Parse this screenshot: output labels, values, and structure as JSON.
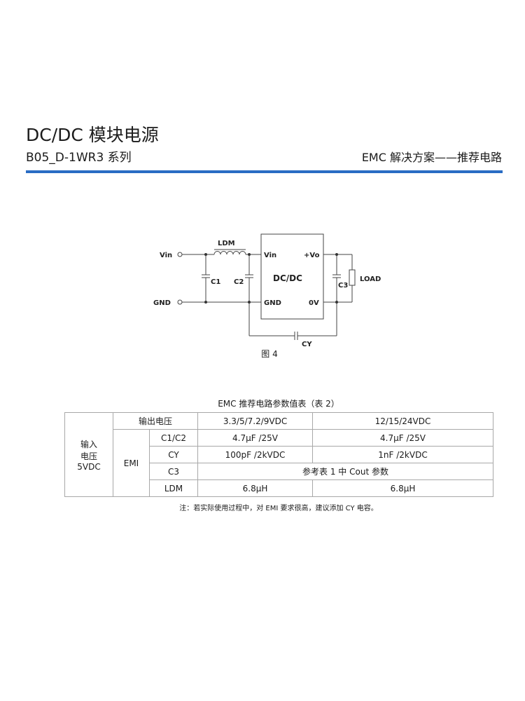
{
  "header": {
    "title": "DC/DC 模块电源",
    "series": "B05_D-1WR3 系列",
    "section": "EMC 解决方案——推荐电路",
    "rule_color": "#2a6cc4"
  },
  "circuit": {
    "labels": {
      "vin": "Vin",
      "gnd": "GND",
      "ldm": "LDM",
      "c1": "C1",
      "c2": "C2",
      "module": "DC/DC",
      "pin_vin": "Vin",
      "pin_gnd": "GND",
      "pin_vo": "+Vo",
      "pin_0v": "0V",
      "c3": "C3",
      "load": "LOAD",
      "cy": "CY"
    },
    "caption": "图 4"
  },
  "table": {
    "caption": "EMC 推荐电路参数值表（表 2）",
    "input_label_1": "输入",
    "input_label_2": "电压",
    "input_label_3": "5VDC",
    "output_voltage_label": "输出电压",
    "col1": "3.3/5/7.2/9VDC",
    "col2": "12/15/24VDC",
    "emi_label": "EMI",
    "rows": [
      {
        "name": "C1/C2",
        "v1": "4.7µF /25V",
        "v2": "4.7µF /25V"
      },
      {
        "name": "CY",
        "v1": "100pF /2kVDC",
        "v2": "1nF /2kVDC"
      },
      {
        "name": "C3",
        "merged": "参考表 1  中 Cout  参数"
      },
      {
        "name": "LDM",
        "v1": "6.8µH",
        "v2": "6.8µH"
      }
    ],
    "note": "注：若实际使用过程中，对 EMI 要求很高，建议添加 CY 电容。"
  }
}
